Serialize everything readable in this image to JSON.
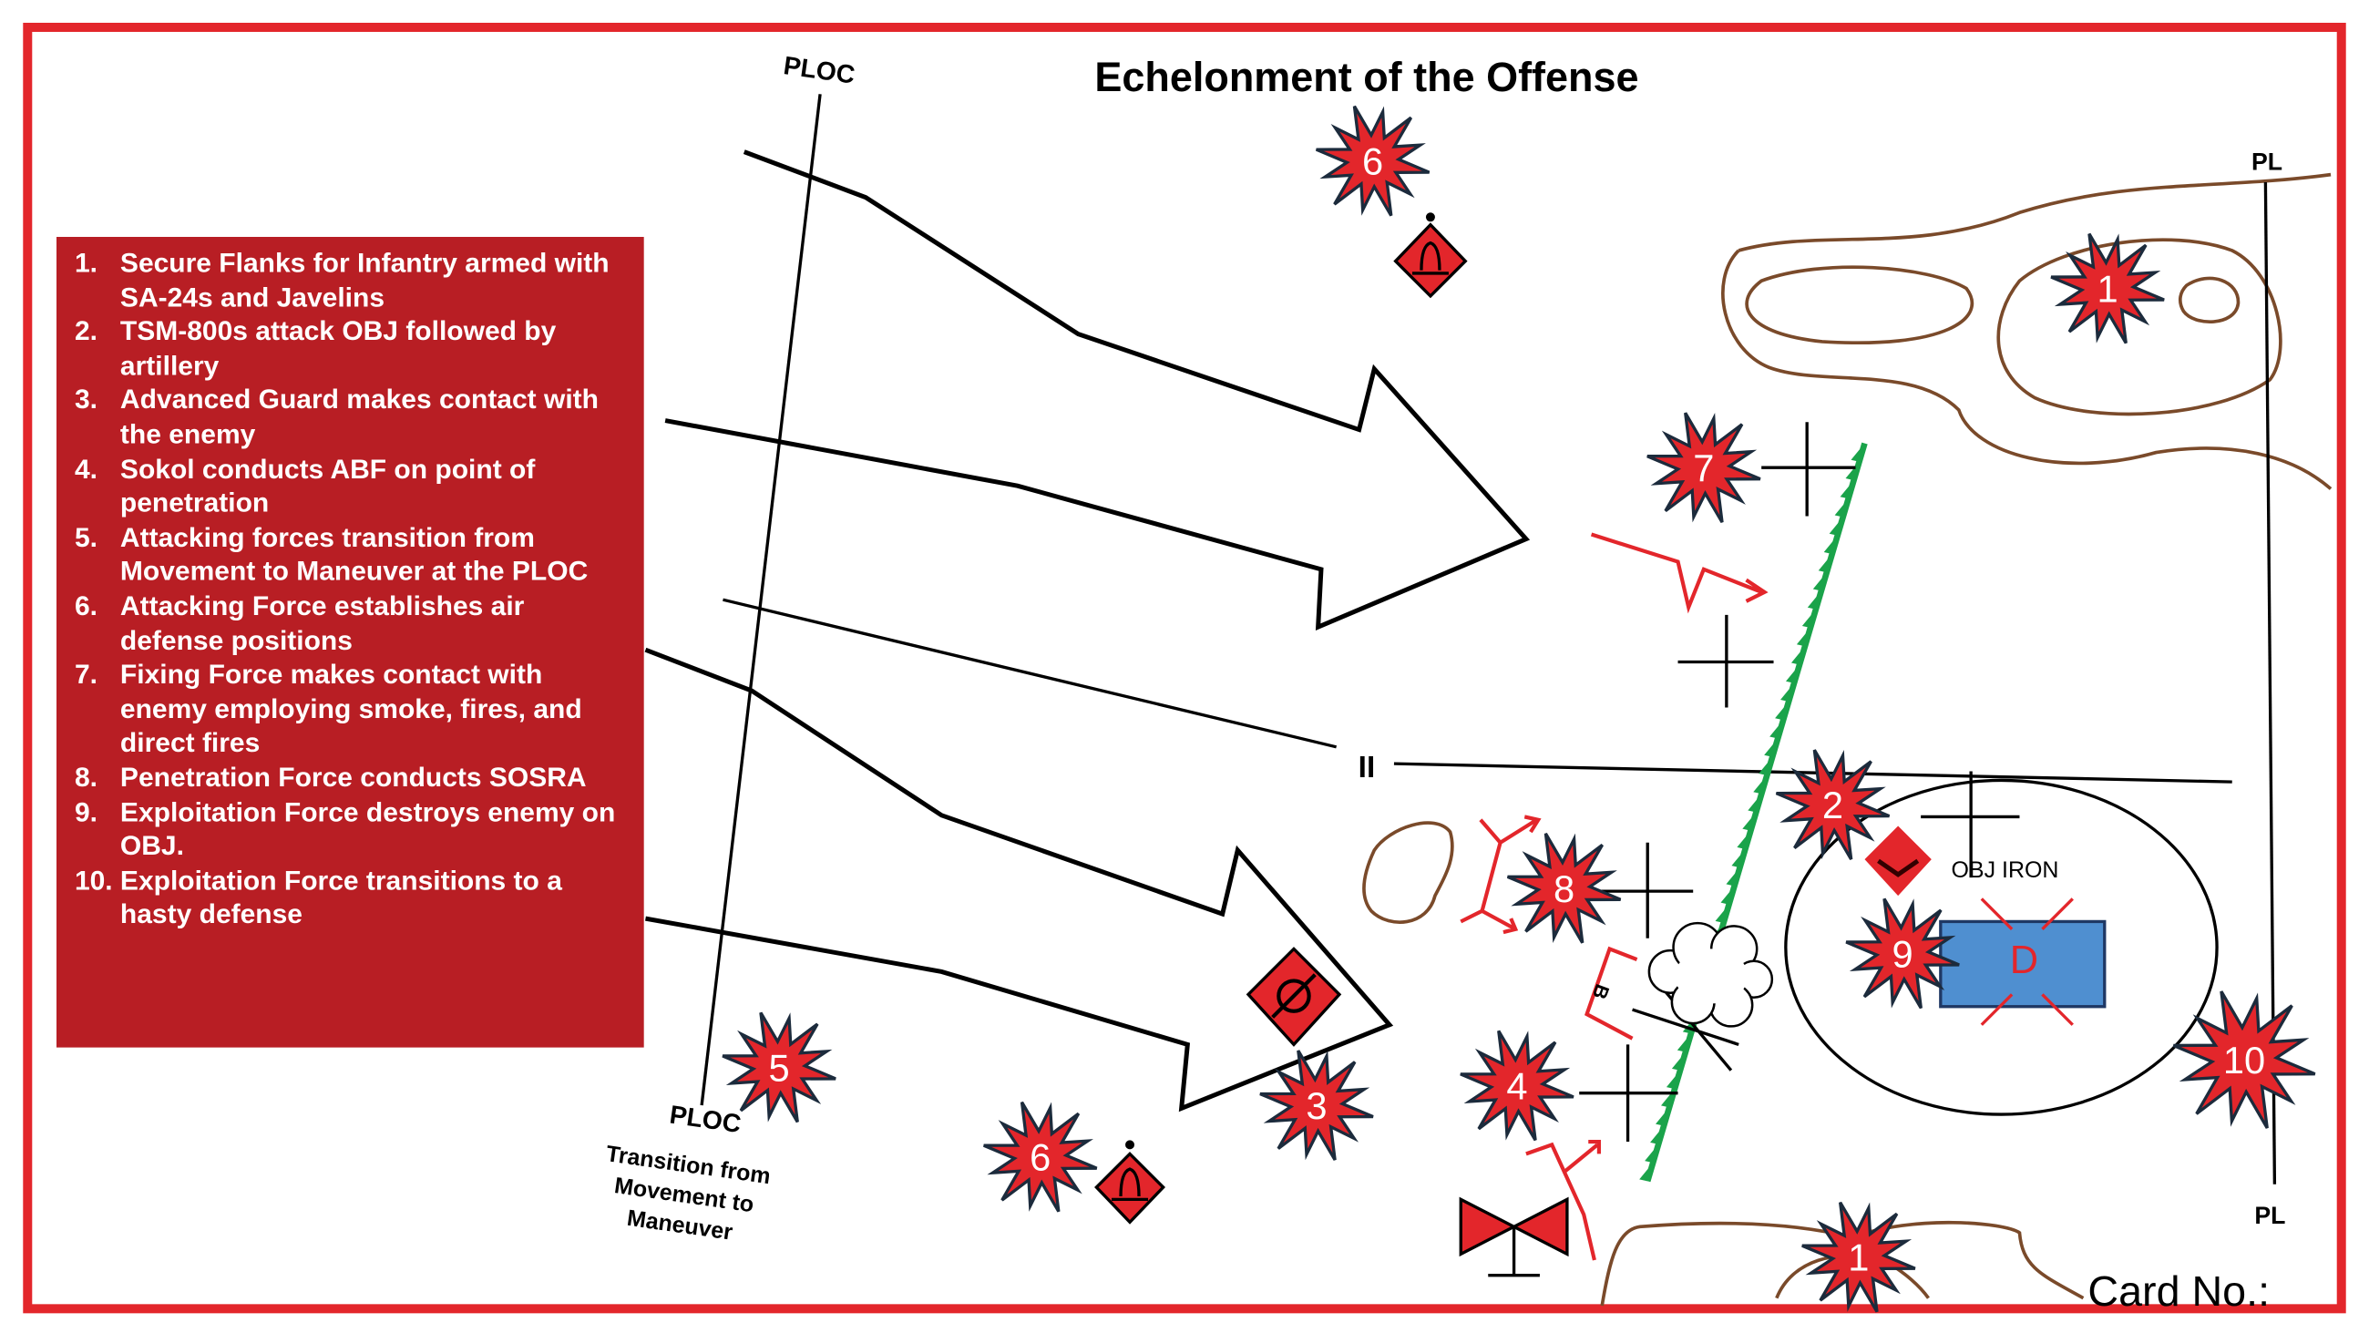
{
  "title": "Echelonment of the Offense",
  "legend": [
    {
      "num": "1.",
      "text": "Secure Flanks for Infantry armed with SA-24s and Javelins"
    },
    {
      "num": "2.",
      "text": "TSM-800s attack OBJ followed by artillery"
    },
    {
      "num": "3.",
      "text": "Advanced Guard makes contact with the enemy"
    },
    {
      "num": "4.",
      "text": "Sokol conducts ABF on point of penetration"
    },
    {
      "num": "5.",
      "text": "Attacking forces transition from Movement to Maneuver at the PLOC"
    },
    {
      "num": "6.",
      "text": "Attacking Force establishes air defense positions"
    },
    {
      "num": "7.",
      "text": "Fixing Force makes contact with enemy employing smoke, fires, and direct fires"
    },
    {
      "num": "8.",
      "text": "Penetration Force conducts SOSRA"
    },
    {
      "num": "9.",
      "text": "Exploitation Force destroys enemy on OBJ."
    },
    {
      "num": "10.",
      "text": "Exploitation Force transitions to a hasty defense"
    }
  ],
  "labels": {
    "ploc_top": "PLOC",
    "ploc_bottom": "PLOC",
    "transition": [
      "Transition from",
      "Movement to",
      "Maneuver"
    ],
    "pl_top": "PL",
    "pl_bottom": "PL",
    "boundary": "II",
    "objective": "OBJ IRON",
    "enemy_unit": "D",
    "bypass": "B",
    "card_no": "Card No.:"
  },
  "bursts": [
    "6",
    "1",
    "7",
    "2",
    "8",
    "9",
    "10",
    "4",
    "3",
    "5",
    "6",
    "1"
  ],
  "colors": {
    "border": "#e3262b",
    "legend_bg": "#b81e24",
    "burst": "#e3262b",
    "green_line": "#1aa34a",
    "terrain": "#7a4a2a",
    "enemy_box": "#4f8fd0"
  }
}
